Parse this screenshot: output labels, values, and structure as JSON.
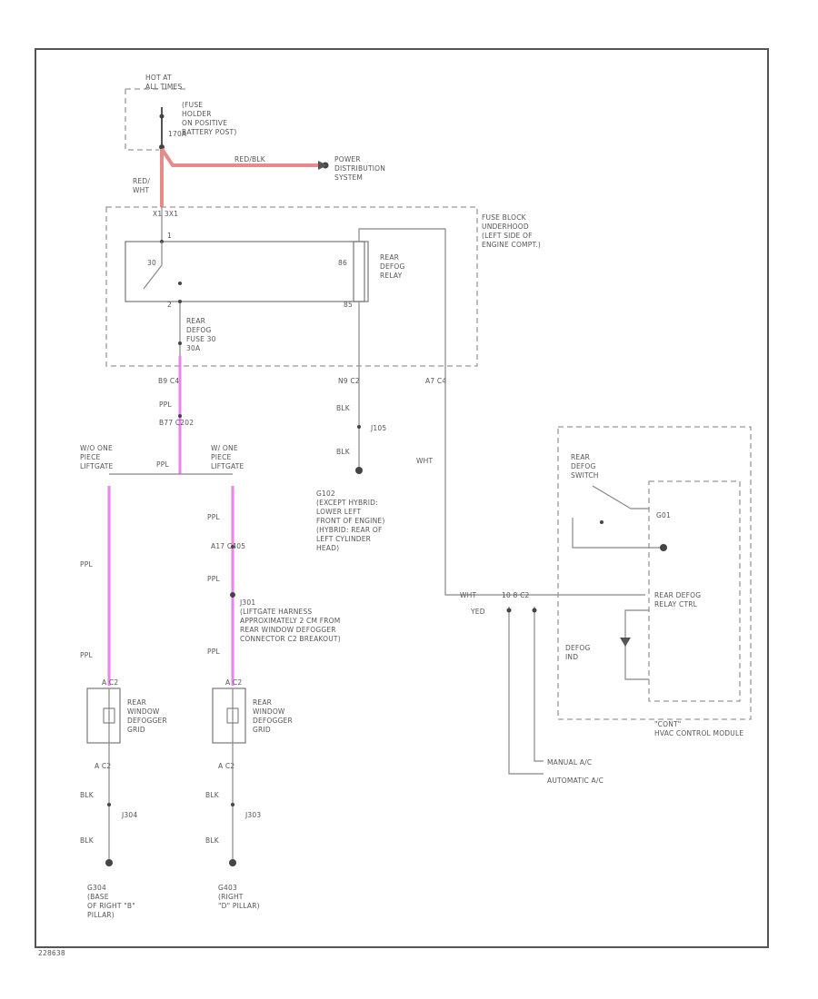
{
  "colors": {
    "red_wire": "#e88a8a",
    "ppl_wire": "#ee82ee",
    "ink": "#555555",
    "frame": "#555555"
  },
  "hot_at": "HOT AT\nALL TIMES",
  "fuse_holder": {
    "pin": "170A",
    "label": "(FUSE\nHOLDER\nON POSITIVE\nBATTERY POST)"
  },
  "power_dist": {
    "wire": "RED/BLK",
    "label": "POWER\nDISTRIBUTION\nSYSTEM"
  },
  "red_wht": "RED/\nWHT",
  "fuse_block": {
    "label": "FUSE BLOCK\nUNDERHOOD\n(LEFT SIDE OF\nENGINE COMPT.)",
    "top_pin": "X1 3X1",
    "relay_pin_top": "1",
    "relay_pin_left": "86",
    "relay_pin_bottom_left": "2",
    "relay_pin_bottom_right": "85",
    "switch_pin": "30",
    "relay_label": "REAR\nDEFOG\nRELAY",
    "fuse_label": "REAR\nDEFOG\nFUSE 30\n30A",
    "c_ppl": "B9  C4",
    "c_blk": "N9  C2",
    "c_wht": "A7  C4"
  },
  "left_ppl": "PPL",
  "connector_c202": "B77 C202",
  "w_one_left": "W/O ONE\nPIECE\nLIFTGATE",
  "w_one_right": "W/ ONE\nPIECE\nLIFTGATE",
  "blk_1": "BLK",
  "j105": "J105",
  "blk_2": "BLK",
  "g102": "G102\n(EXCEPT HYBRID:\nLOWER LEFT\nFRONT OF ENGINE)\n(HYBRID: REAR OF\nLEFT CYLINDER\nHEAD)",
  "wht": "WHT",
  "ppl_right_1": "PPL",
  "c405": "A17  C405",
  "ppl_right_2": "PPL",
  "j301": "J301\n(LIFTGATE HARNESS\nAPPROXIMATELY 2 CM FROM\nREAR WINDOW DEFOGGER\nCONNECTOR C2 BREAKOUT)",
  "ppl_left_1": "PPL",
  "ppl_left_2": "PPL",
  "ppl_right_3": "PPL",
  "grid_left": {
    "pin_top": "A C2",
    "label": "REAR\nWINDOW\nDEFOGGER\nGRID",
    "pin_bottom": "A    C2",
    "blk_a": "BLK",
    "j": "J304",
    "blk_b": "BLK",
    "ground": "G304\n(BASE\nOF RIGHT \"B\"\nPILLAR)"
  },
  "grid_right": {
    "pin_top": "A C2",
    "label": "REAR\nWINDOW\nDEFOGGER\nGRID",
    "pin_bottom": "A    C2",
    "blk_a": "BLK",
    "j": "J303",
    "blk_b": "BLK",
    "ground": "G403\n(RIGHT\n\"D\" PILLAR)"
  },
  "hvac": {
    "switch_label": "REAR\nDEFOG\nSWITCH",
    "pin_g01": "G01",
    "row_wht": "WHT",
    "row_pins": "10    8    C2",
    "row_red": "YED",
    "ctrl_label": "REAR DEFOG\nRELAY CTRL",
    "led_label": "DEFOG\nIND",
    "module_label": "\"CONT\"\nHVAC CONTROL MODULE",
    "manual": "MANUAL A/C",
    "automatic": "AUTOMATIC A/C"
  },
  "footer_code": "228638"
}
